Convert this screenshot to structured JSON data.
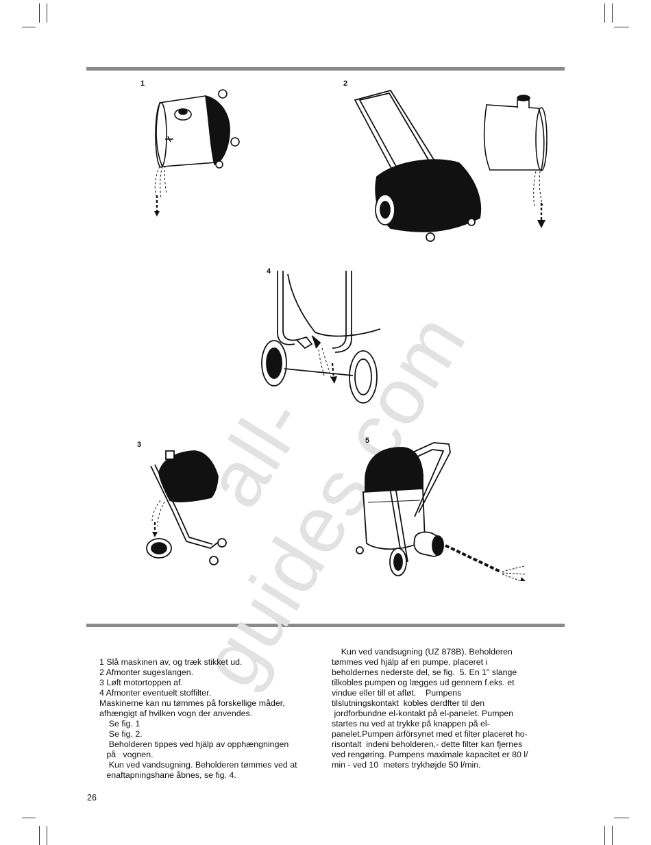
{
  "watermark": "all-guides.com",
  "figures": [
    {
      "label": "1"
    },
    {
      "label": "2"
    },
    {
      "label": "4"
    },
    {
      "label": "3"
    },
    {
      "label": "5"
    }
  ],
  "left_text": [
    "1 Slå maskinen av, og træk stikket ud.",
    "2 Afmonter sugeslangen.",
    "3 Løft motortoppen af.",
    "4 Afmonter eventuelt stoffilter.",
    "Maskinerne kan nu tømmes på forskellige måder,",
    "afhængigt af hvilken vogn der anvendes.",
    "    Se fig. 1",
    "    Se fig. 2.",
    "    Beholderen tippes ved hjälp av opphængningen",
    "   på   vognen.",
    "    Kun ved vandsugning. Beholderen tømmes ved at",
    "   enaftapningshane åbnes, se fig. 4."
  ],
  "right_text": [
    "    Kun ved vandsugning (UZ 878B). Beholderen",
    "tømmes ved hjälp af en pumpe, placeret i",
    "beholdernes nederste del, se fig.  5. En 1\" slange",
    "tilkobles pumpen og lægges ud gennem f.eks. et",
    "vindue eller till et afløt.    Pumpens",
    "tilslutningskontakt  kobles derdfter til den",
    " jordforbundne el-kontakt på el-panelet. Pumpen",
    "startes nu ved at trykke på knappen på el-",
    "panelet.Pumpen ärförsynet med et filter placeret ho-",
    "risontalt  indeni beholderen,- dette filter kan fjernes",
    "ved rengøring. Pumpens maximale kapacitet er 80 l/",
    "min - ved 10  meters trykhøjde 50 l/min."
  ],
  "page_number": "26"
}
